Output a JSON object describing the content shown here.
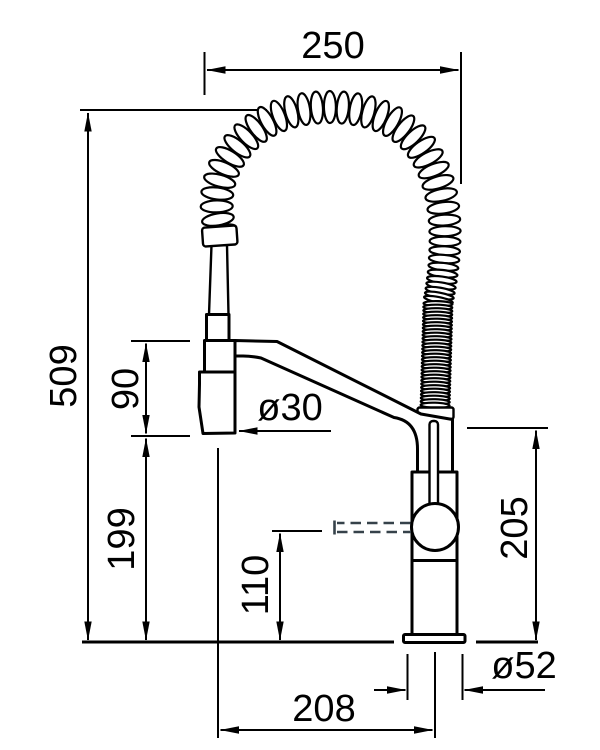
{
  "drawing": {
    "subject": "kitchen faucet with pull-down spring spout — dimensional drawing",
    "unit": "mm",
    "background": "#ffffff",
    "line_color": "#000000",
    "hidden_detail_color": "#36424a",
    "dimensions": {
      "spout_width": "250",
      "overall_height": "509",
      "spray_head_length": "90",
      "spray_head_diameter": "ø30",
      "spray_head_to_deck": "199",
      "lever_height": "110",
      "body_height": "205",
      "base_diameter": "ø52",
      "spout_reach": "208"
    }
  }
}
